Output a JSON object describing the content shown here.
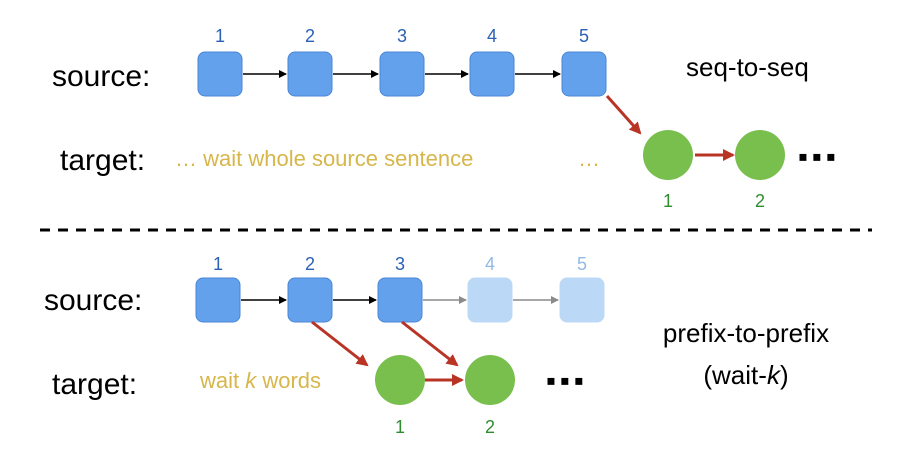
{
  "colors": {
    "node_source": "#63a1ed",
    "node_source_faded": "#bcd8f7",
    "node_source_stroke": "#4a86d6",
    "node_target": "#79bf4e",
    "index_source": "#2a61b4",
    "index_source_faded": "#93b9e6",
    "index_target": "#2f8c2f",
    "edge_chain": "#000000",
    "edge_chain_faded": "#8a8a8a",
    "edge_cross": "#b83424",
    "note_text": "#d7b64a",
    "divider": "#000000"
  },
  "top_panel": {
    "title": "seq-to-seq",
    "source_label": "source:",
    "target_label": "target:",
    "wait_note_left": "… wait whole source sentence",
    "wait_note_right": "…",
    "source_indices": [
      "1",
      "2",
      "3",
      "4",
      "5"
    ],
    "target_indices": [
      "1",
      "2"
    ],
    "continuation": "▪▪▪"
  },
  "bottom_panel": {
    "title_line1": "prefix-to-prefix",
    "title_line2_prefix": "(wait-",
    "title_line2_var": "k",
    "title_line2_suffix": ")",
    "source_label": "source:",
    "target_label": "target:",
    "wait_note_prefix": "wait ",
    "wait_note_var": "k",
    "wait_note_suffix": " words",
    "source_indices": [
      "1",
      "2",
      "3",
      "4",
      "5"
    ],
    "source_faded": [
      false,
      false,
      false,
      true,
      true
    ],
    "target_indices": [
      "1",
      "2"
    ],
    "continuation": "▪▪▪"
  }
}
